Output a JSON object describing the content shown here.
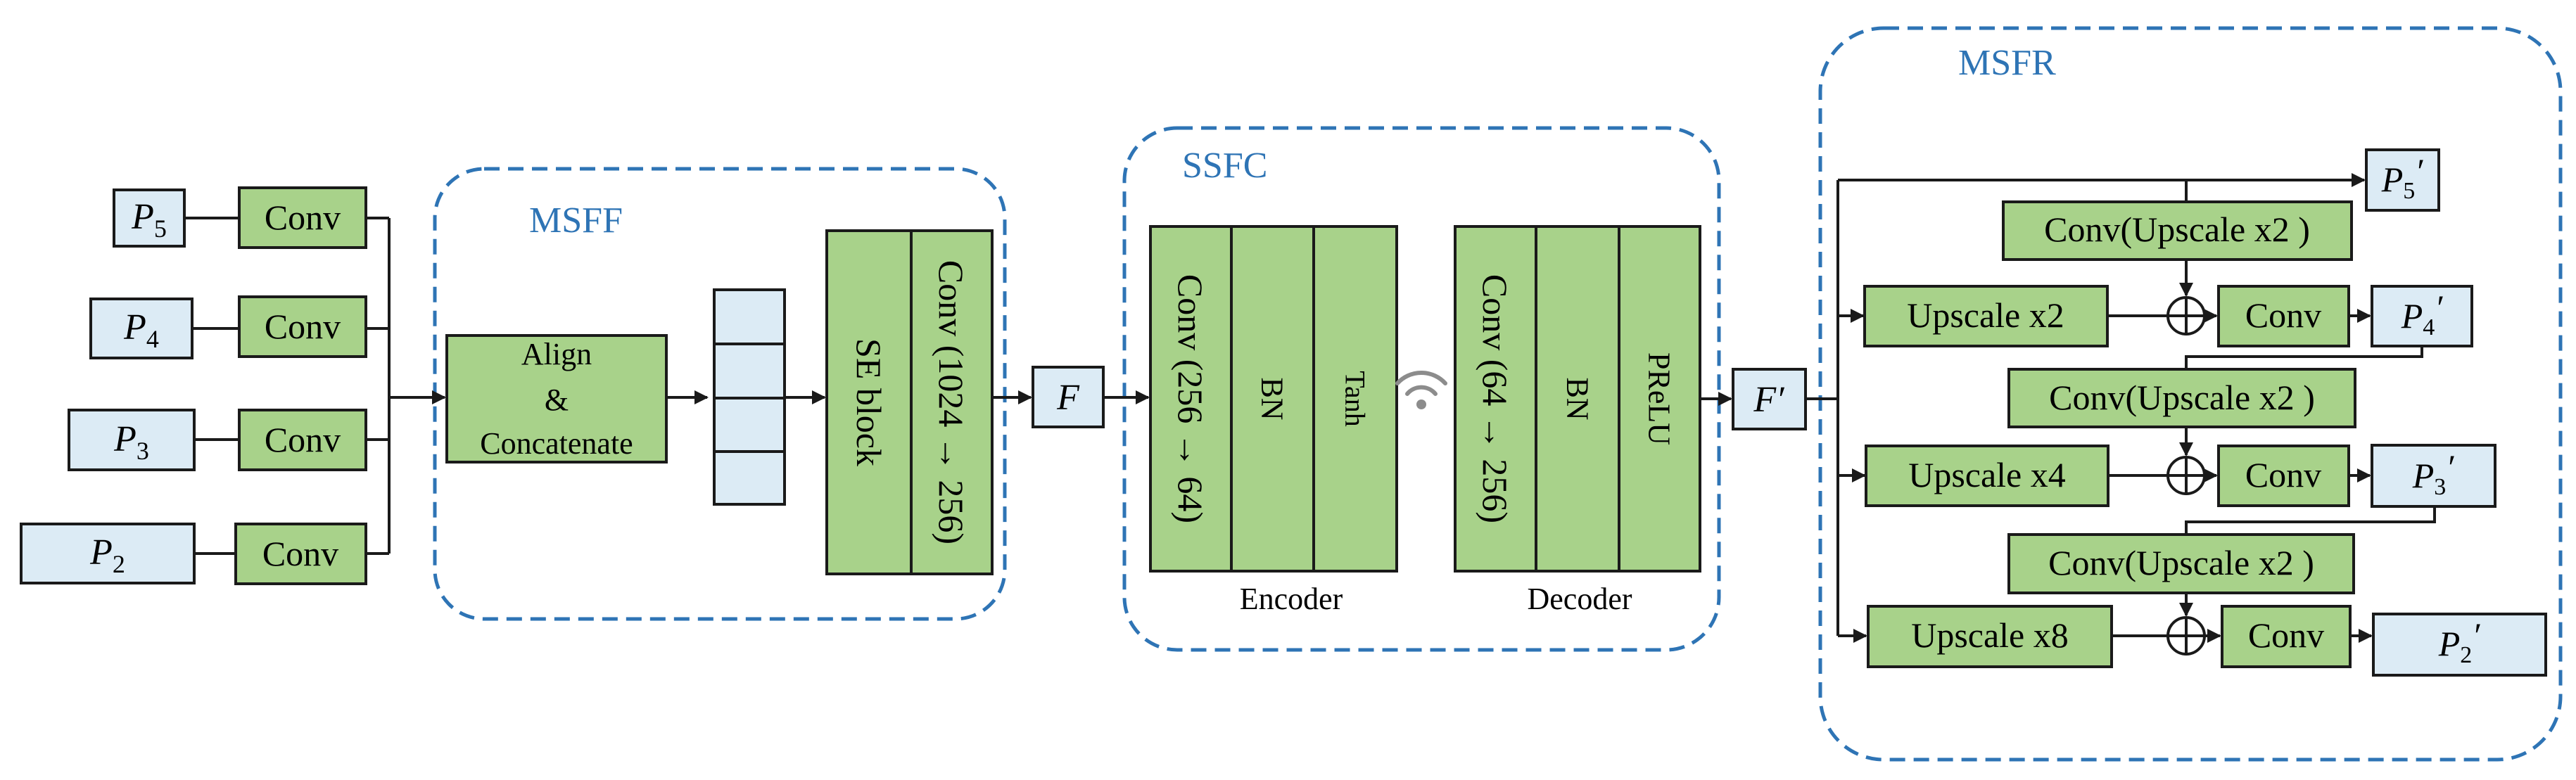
{
  "colors": {
    "green_fill": "#a8d28a",
    "light_blue_fill": "#dcebf5",
    "dash_blue": "#2e74b5",
    "title_blue": "#2e74b5",
    "stroke": "#1a1a1a"
  },
  "inputs": {
    "p5": {
      "base": "P",
      "sub": "5"
    },
    "p4": {
      "base": "P",
      "sub": "4"
    },
    "p3": {
      "base": "P",
      "sub": "3"
    },
    "p2": {
      "base": "P",
      "sub": "2"
    }
  },
  "conv_label": "Conv",
  "msff": {
    "title": "MSFF",
    "align_line1": "Align",
    "align_line2": "&",
    "align_line3": "Concatenate",
    "se_block": "SE block",
    "conv_1024": "Conv (1024 → 256)"
  },
  "f_label": "F",
  "f_prime_label": "F′",
  "ssfc": {
    "title": "SSFC",
    "encoder": {
      "label": "Encoder",
      "layers": [
        "Conv (256 → 64)",
        "BN",
        "Tanh"
      ]
    },
    "decoder": {
      "label": "Decoder",
      "layers": [
        "Conv (64 → 256)",
        "BN",
        "PReLU"
      ]
    },
    "wireless_icon": "wifi-icon"
  },
  "msfr": {
    "title": "MSFR",
    "conv_upscale": "Conv(Upscale x2 )",
    "upscale_x2": "Upscale x2",
    "upscale_x4": "Upscale x4",
    "upscale_x8": "Upscale x8",
    "plus_icon": "circle-plus-icon",
    "outputs": {
      "p5p": {
        "base": "P",
        "sub": "5",
        "prime": "′"
      },
      "p4p": {
        "base": "P",
        "sub": "4",
        "prime": "′"
      },
      "p3p": {
        "base": "P",
        "sub": "3",
        "prime": "′"
      },
      "p2p": {
        "base": "P",
        "sub": "2",
        "prime": "′"
      }
    }
  }
}
